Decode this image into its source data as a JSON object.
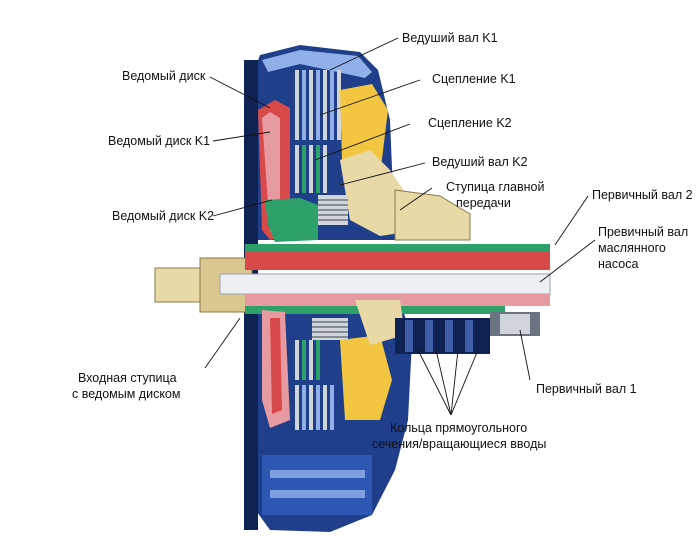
{
  "labels": {
    "driving_shaft_k1": "Ведуший вал K1",
    "driven_disc": "Ведомый диск",
    "clutch_k1": "Сцепление K1",
    "driven_disc_k1": "Ведомый диск K1",
    "clutch_k2": "Сцепление K2",
    "driving_shaft_k2": "Ведуший вал K2",
    "main_gear_hub_line1": "Ступица главной",
    "main_gear_hub_line2": "передачи",
    "driven_disc_k2": "Ведомый диск K2",
    "primary_shaft_2": "Первичный вал 2",
    "oil_pump_shaft_line1": "Превичный вал",
    "oil_pump_shaft_line2": "маслянного",
    "oil_pump_shaft_line3": "насоса",
    "input_hub_line1": "Входная ступица",
    "input_hub_line2": "с ведомым диском",
    "primary_shaft_1": "Первичный вал 1",
    "rings_line1": "Кольца прямоугольного",
    "rings_line2": "сечения/вращающиеся вводы"
  },
  "colors": {
    "housing_blue": "#1f3f8a",
    "housing_dark": "#0f2254",
    "shaft_red": "#d84a4a",
    "pink": "#e79aa0",
    "green": "#2ea06a",
    "tan": "#e9d9a6",
    "yellow": "#f2c640",
    "grey": "#9aa3ad"
  }
}
